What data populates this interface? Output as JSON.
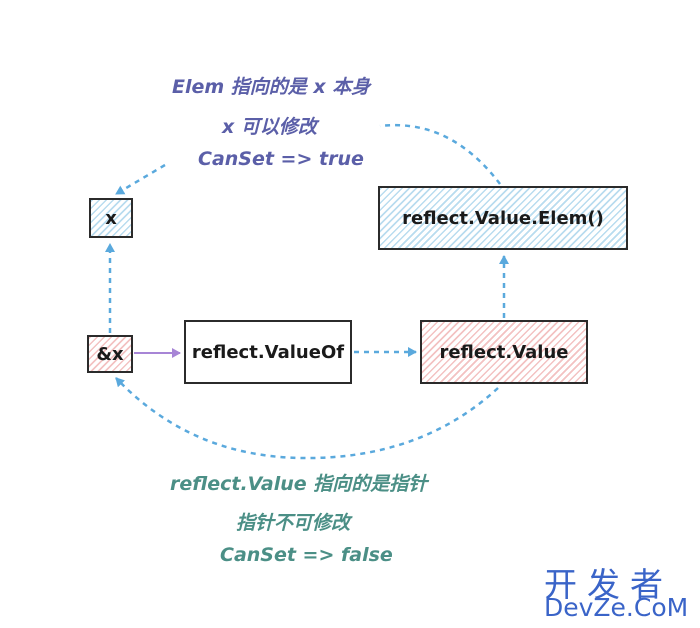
{
  "nodes": {
    "x": "x",
    "ampx": "&x",
    "valueof": "reflect.ValueOf",
    "value": "reflect.Value",
    "elem": "reflect.Value.Elem()"
  },
  "top_note": {
    "line1": "Elem 指向的是 x 本身",
    "line2": "x 可以修改",
    "line3": "CanSet => true"
  },
  "bottom_note": {
    "line1": "reflect.Value 指向的是指针",
    "line2": "指针不可修改",
    "line3": "CanSet => false"
  },
  "watermark": {
    "cn": "开发者",
    "en": "DevZe.CoM"
  },
  "colors": {
    "arrow_blue": "#5aa9dd",
    "arrow_purple": "#a785d6",
    "top_note": "#5b5fa8",
    "bottom_note": "#4b8f86",
    "hatch_blue": "#b9dcef",
    "hatch_red": "#f3c2c2",
    "watermark": "#3a64c8"
  }
}
